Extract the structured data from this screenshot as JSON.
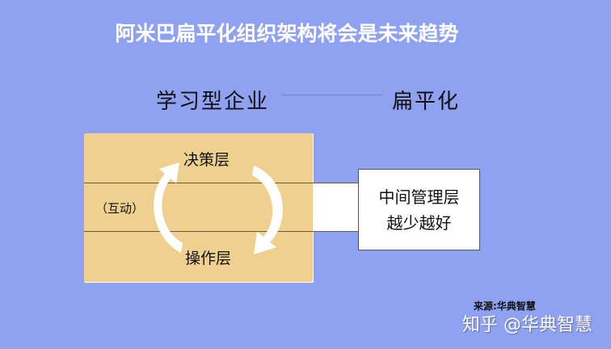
{
  "title": "阿米巴扁平化组织架构将会是未来趋势",
  "subtitle": {
    "left": "学习型企业",
    "right": "扁平化"
  },
  "diagram": {
    "layers": {
      "top": "决策层",
      "bottom": "操作层"
    },
    "interaction_label": "（互动）",
    "middle_box": {
      "line1": "中间管理层",
      "line2": "越少越好"
    }
  },
  "footer": {
    "source": "来源:华典智慧",
    "watermark": "知乎 @华典智慧"
  },
  "colors": {
    "background": "#8fa2f2",
    "layer_fill": "#efd08f",
    "box_fill": "#ffffff",
    "title_text": "#ffffff"
  }
}
